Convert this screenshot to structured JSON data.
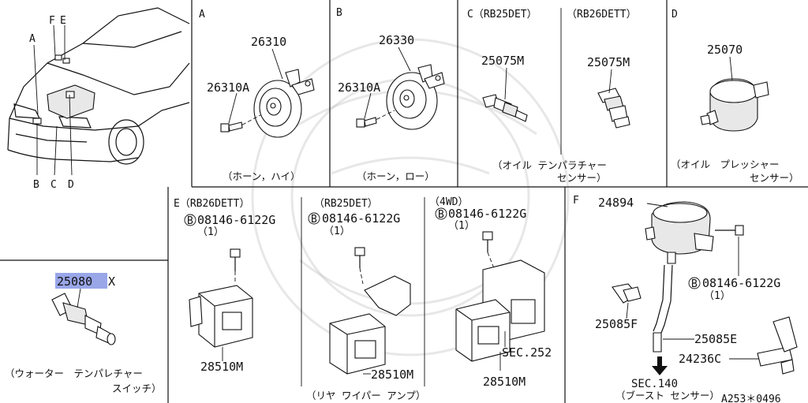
{
  "overview": {
    "callouts_top": [
      "A",
      "F",
      "E"
    ],
    "callouts_bottom": [
      "B",
      "C",
      "D"
    ]
  },
  "panels": {
    "A": {
      "letter": "A",
      "parts": [
        "26310",
        "26310A"
      ],
      "caption": "（ホーン，ハイ）"
    },
    "B": {
      "letter": "B",
      "parts": [
        "26330",
        "26310A"
      ],
      "caption": "（ホーン，ロー）"
    },
    "C": {
      "header_left": "C（RB25DET）",
      "header_right": "（RB26DETT）",
      "parts": [
        "25075M",
        "25075M"
      ],
      "caption_line1": "（オイル テンパラチャー",
      "caption_line2": "センサー）"
    },
    "D": {
      "letter": "D",
      "parts": [
        "25070"
      ],
      "caption_line1": "（オイル　プレッシャー",
      "caption_line2": "センサー）"
    },
    "E": {
      "header1": "E（RB26DETT）",
      "header2": "（RB25DET）",
      "header3": "（4WD）",
      "bolt_code": "08146-6122G",
      "bolt_qty": "（1）",
      "bolt_mark": "B",
      "part": "28510M",
      "sec": "SEC.252",
      "caption": "（リヤ ワイパー アンプ）"
    },
    "F": {
      "letter": "F",
      "parts": [
        "24894",
        "25085F",
        "25085E",
        "24236C"
      ],
      "bolt_code": "08146-6122G",
      "bolt_qty": "（1）",
      "bolt_mark": "B",
      "sec": "SEC.140",
      "caption": "（ブースト センサー）",
      "ref": "A253＊0496"
    },
    "W": {
      "part_selected": "25080",
      "part_suffix": "X",
      "caption_line1": "（ウォーター　テンパレチャー",
      "caption_line2": "スイッチ）"
    }
  },
  "colors": {
    "selection_highlight": "#99a6e8",
    "line": "#111111"
  }
}
